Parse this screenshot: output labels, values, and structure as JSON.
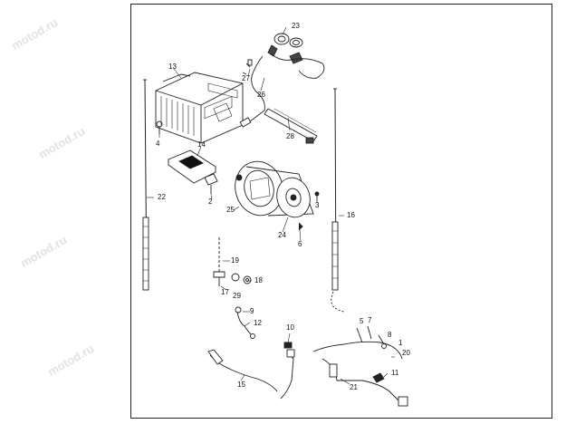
{
  "watermark": "motod.ru",
  "callouts": [
    "23",
    "13",
    "27",
    "26",
    "28",
    "4",
    "14",
    "22",
    "2",
    "25",
    "3",
    "16",
    "24",
    "6",
    "19",
    "17",
    "29",
    "18",
    "9",
    "12",
    "10",
    "5",
    "7",
    "8",
    "1",
    "20",
    "11",
    "15",
    "21"
  ]
}
